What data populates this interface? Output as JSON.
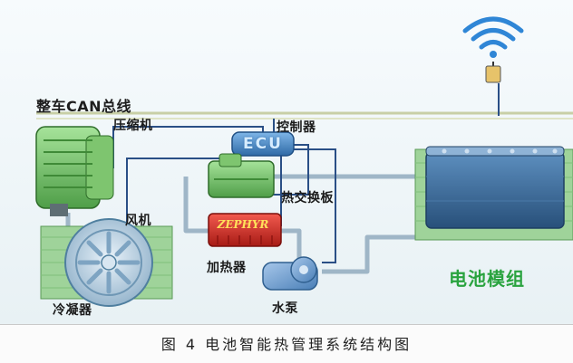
{
  "diagram": {
    "bus_label": "整车CAN总线",
    "module_label": "电池模组",
    "ecu_text": "ECU",
    "heater_brand": "ZEPHYR",
    "labels": {
      "compressor": "压缩机",
      "controller": "控制器",
      "heat_exchanger": "热交换板",
      "fan": "风机",
      "heater": "加热器",
      "condenser": "冷凝器",
      "pump": "水泵"
    },
    "caption": "图 4  电池智能热管理系统结构图"
  },
  "colors": {
    "bus_line": "#c8cfa6",
    "pipe": "#9fb6c7",
    "signal_line": "#2a4f86",
    "platform_green": "#9fd39a",
    "battery_blue": "#3a6f9e",
    "wifi_blue": "#2f86d6",
    "module_text": "#2aa33f"
  }
}
